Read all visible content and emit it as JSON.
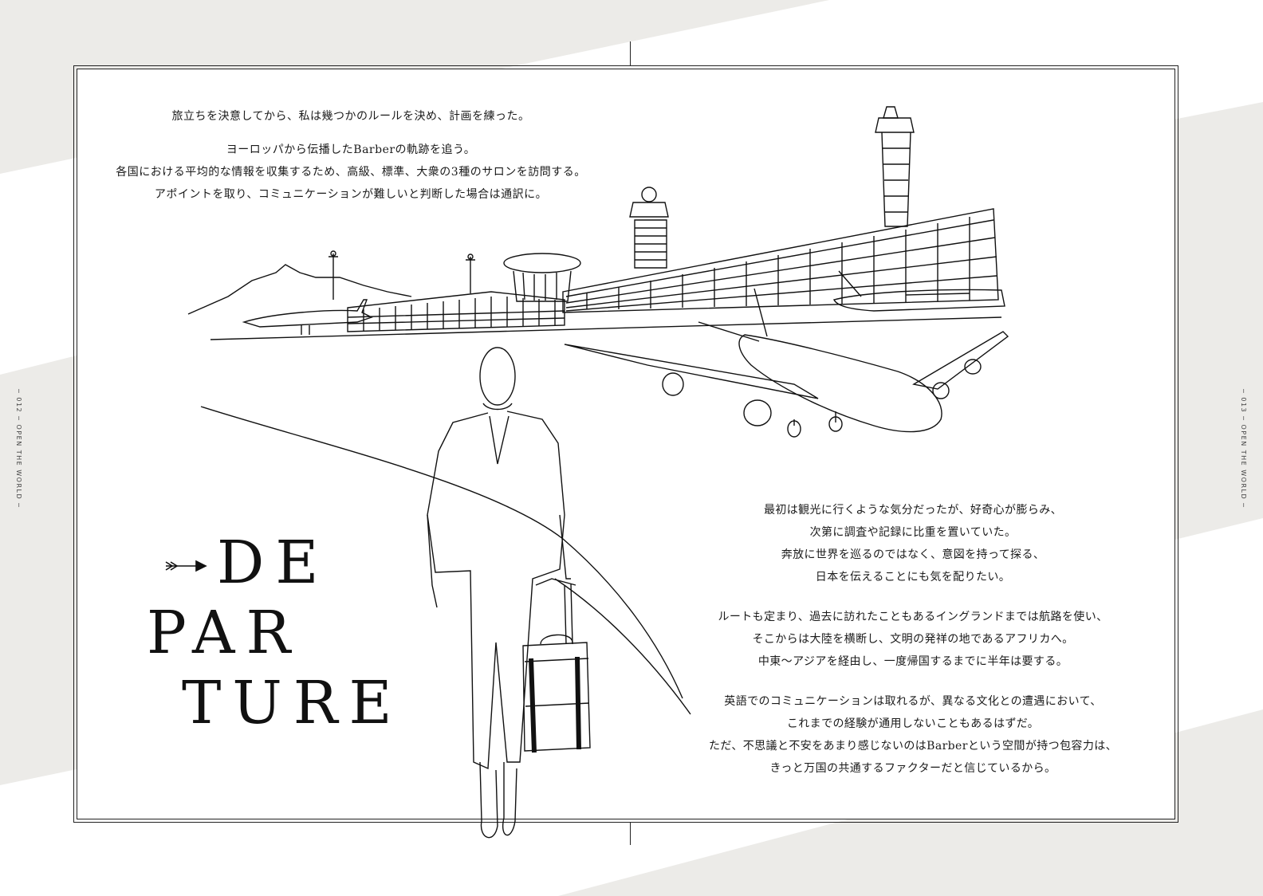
{
  "colors": {
    "ink": "#1a1a1a",
    "band": "#ecebe8",
    "paper": "#ffffff"
  },
  "intro": [
    "旅立ちを決意してから、私は幾つかのルールを決め、計画を練った。",
    "ヨーロッパから伝播したBarberの軌跡を追う。",
    "各国における平均的な情報を収集するため、高級、標準、大衆の3種のサロンを訪問する。",
    "アポイントを取り、コミュニケーションが難しいと判断した場合は通訳に。"
  ],
  "title": {
    "line1": "DE",
    "line2": "PAR",
    "line3": "TURE"
  },
  "body": {
    "para1": [
      "最初は観光に行くような気分だったが、好奇心が膨らみ、",
      "次第に調査や記録に比重を置いていた。",
      "奔放に世界を巡るのではなく、意図を持って探る、",
      "日本を伝えることにも気を配りたい。"
    ],
    "para2": [
      "ルートも定まり、過去に訪れたこともあるイングランドまでは航路を使い、",
      "そこからは大陸を横断し、文明の発祥の地であるアフリカへ。",
      "中東〜アジアを経由し、一度帰国するまでに半年は要する。"
    ],
    "para3": [
      "英語でのコミュニケーションは取れるが、異なる文化との遭遇において、",
      "これまでの経験が通用しないこともあるはずだ。",
      "ただ、不思議と不安をあまり感じないのはBarberという空間が持つ包容力は、",
      "きっと万国の共通するファクターだと信じているから。"
    ]
  },
  "folio": {
    "left": "─ 012 ─  OPEN THE WORLD  ─",
    "right": "─ 013 ─  OPEN THE WORLD  ─"
  }
}
